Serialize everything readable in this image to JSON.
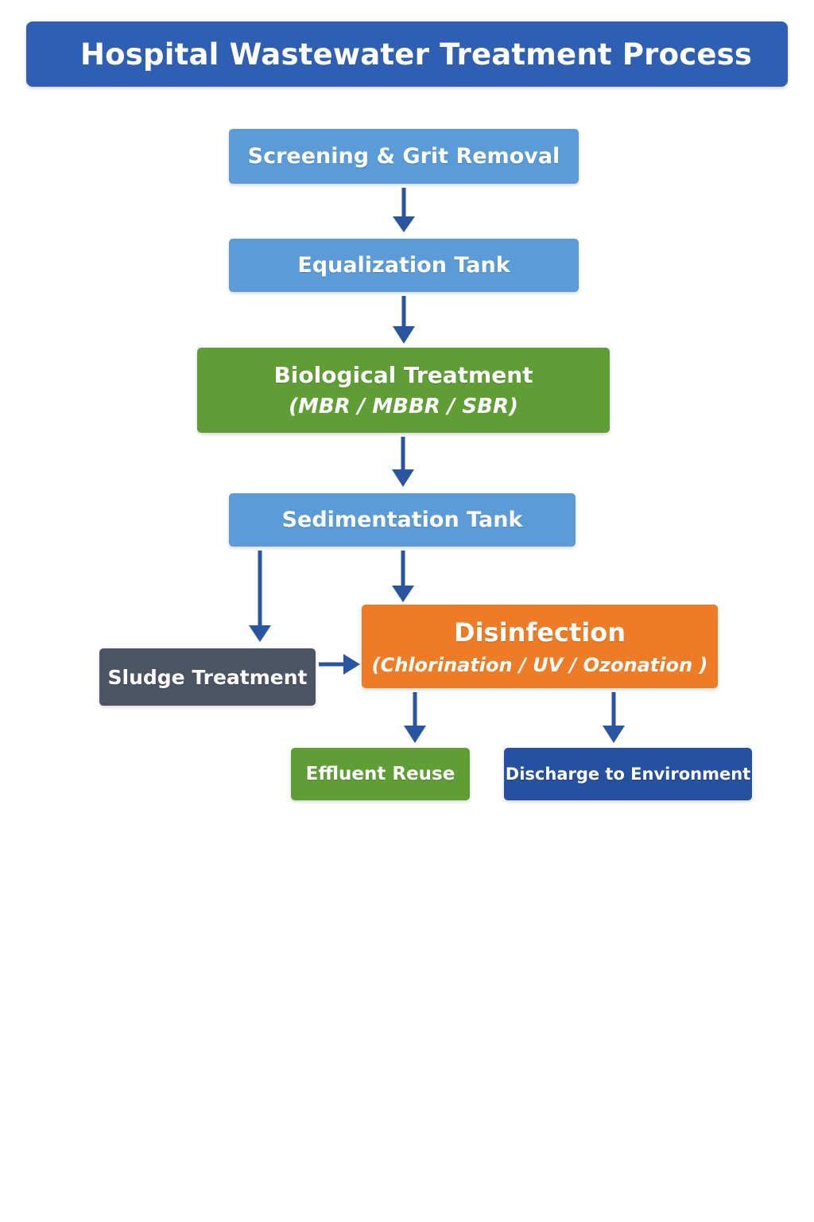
{
  "title": "Hospital Wastewater Treatment Process",
  "nodes": {
    "screening": {
      "label": "Screening & Grit Removal"
    },
    "equalization": {
      "label": "Equalization Tank"
    },
    "biological": {
      "label": "Biological Treatment",
      "sub": "(MBR / MBBR / SBR)"
    },
    "sedimentation": {
      "label": "Sedimentation Tank"
    },
    "disinfection": {
      "label": "Disinfection",
      "sub": "(Chlorination / UV / Ozonation )"
    },
    "sludge": {
      "label": "Sludge Treatment"
    },
    "reuse": {
      "label": "Effluent Reuse"
    },
    "discharge": {
      "label": "Discharge to Environment"
    }
  },
  "edges": [
    {
      "from": "screening",
      "to": "equalization"
    },
    {
      "from": "equalization",
      "to": "biological"
    },
    {
      "from": "biological",
      "to": "sedimentation"
    },
    {
      "from": "sedimentation",
      "to": "sludge"
    },
    {
      "from": "sedimentation",
      "to": "disinfection"
    },
    {
      "from": "sludge",
      "to": "disinfection"
    },
    {
      "from": "disinfection",
      "to": "reuse"
    },
    {
      "from": "disinfection",
      "to": "discharge"
    }
  ],
  "colors": {
    "title_bar": "#2f5fb3",
    "process_blue": "#5b9bd8",
    "biological_green": "#5f9e35",
    "disinfection_orange": "#ee7b26",
    "sludge_slate": "#4b5563",
    "reuse_green": "#5f9e35",
    "discharge_navy": "#2650a0",
    "arrow": "#2a55a0"
  }
}
